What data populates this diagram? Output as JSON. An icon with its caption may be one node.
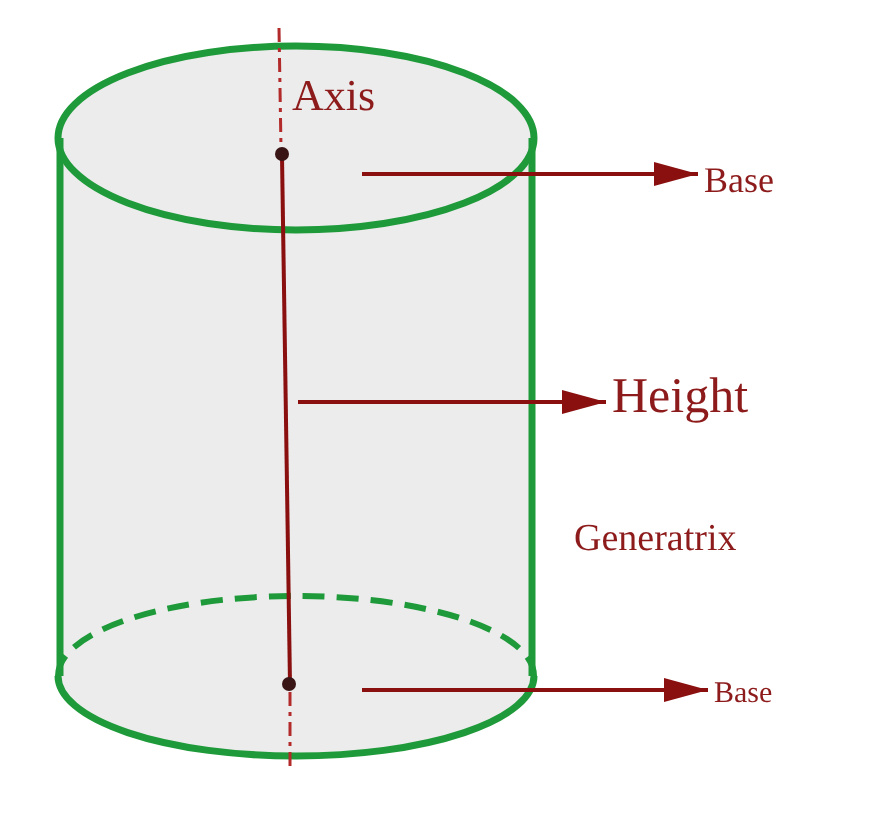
{
  "diagram": {
    "nodes": [
      {
        "text": [
          "Base"
        ]
      },
      {
        "text": [
          "Height"
        ]
      },
      {
        "text": [
          "Base"
        ]
      }
    ],
    "edges": [
      {
        "from": null,
        "to": 0,
        "arrow": "to"
      },
      {
        "from": null,
        "to": 1,
        "arrow": "to"
      },
      {
        "from": null,
        "to": 2,
        "arrow": "to"
      }
    ],
    "labels": [
      "Axis",
      "Generatrix"
    ]
  }
}
